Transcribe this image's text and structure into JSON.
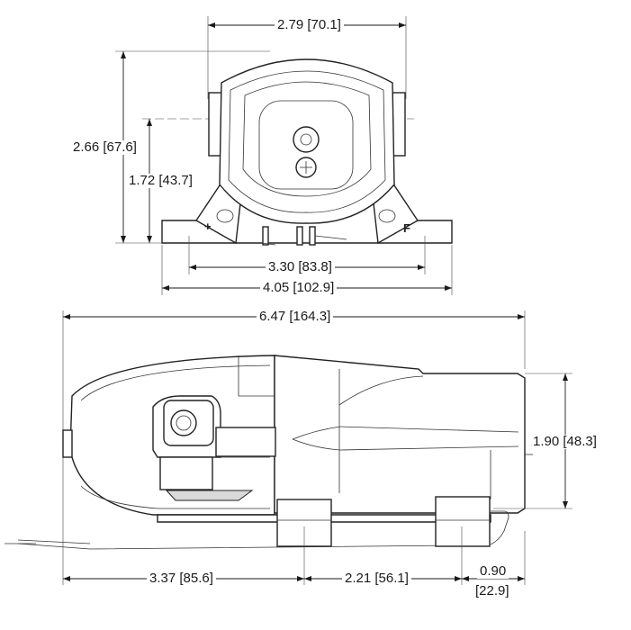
{
  "dimensions": {
    "top_width": "2.79 [70.1]",
    "overall_height": "2.66 [67.6]",
    "center_height": "1.72 [43.7]",
    "mount_spacing": "3.30 [83.8]",
    "base_width": "4.05 [102.9]",
    "overall_length": "6.47 [164.3]",
    "side_height": "1.90 [48.3]",
    "front_to_mount": "3.37 [85.6]",
    "mount_to_mount": "2.21 [56.1]",
    "rear_offset_in": "0.90",
    "rear_offset_mm": "[22.9]"
  },
  "markings": {
    "left_port": "+",
    "right_port": "F"
  }
}
